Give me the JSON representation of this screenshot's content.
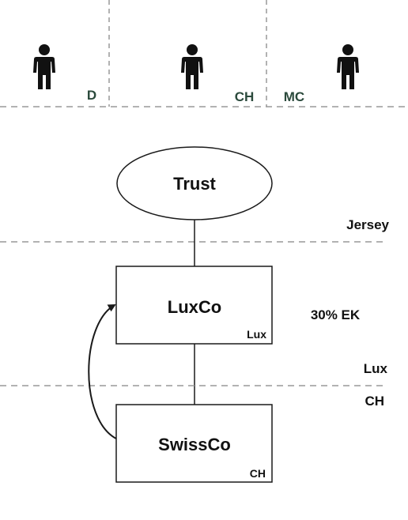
{
  "persons": [
    {
      "icon": "person-icon",
      "country": "D"
    },
    {
      "icon": "person-icon",
      "country": "CH"
    },
    {
      "icon": "person-icon",
      "country": "MC"
    }
  ],
  "trust": {
    "label": "Trust"
  },
  "jurisdictions": {
    "jersey": "Jersey",
    "lux": "Lux",
    "ch": "CH"
  },
  "luxco": {
    "label": "LuxCo",
    "tag": "Lux"
  },
  "swissco": {
    "label": "SwissCo",
    "tag": "CH"
  },
  "annotation": "30% EK",
  "colors": {
    "line": "#1a1a1a",
    "dashed": "#999999",
    "country_text": "#2b4a3c"
  }
}
